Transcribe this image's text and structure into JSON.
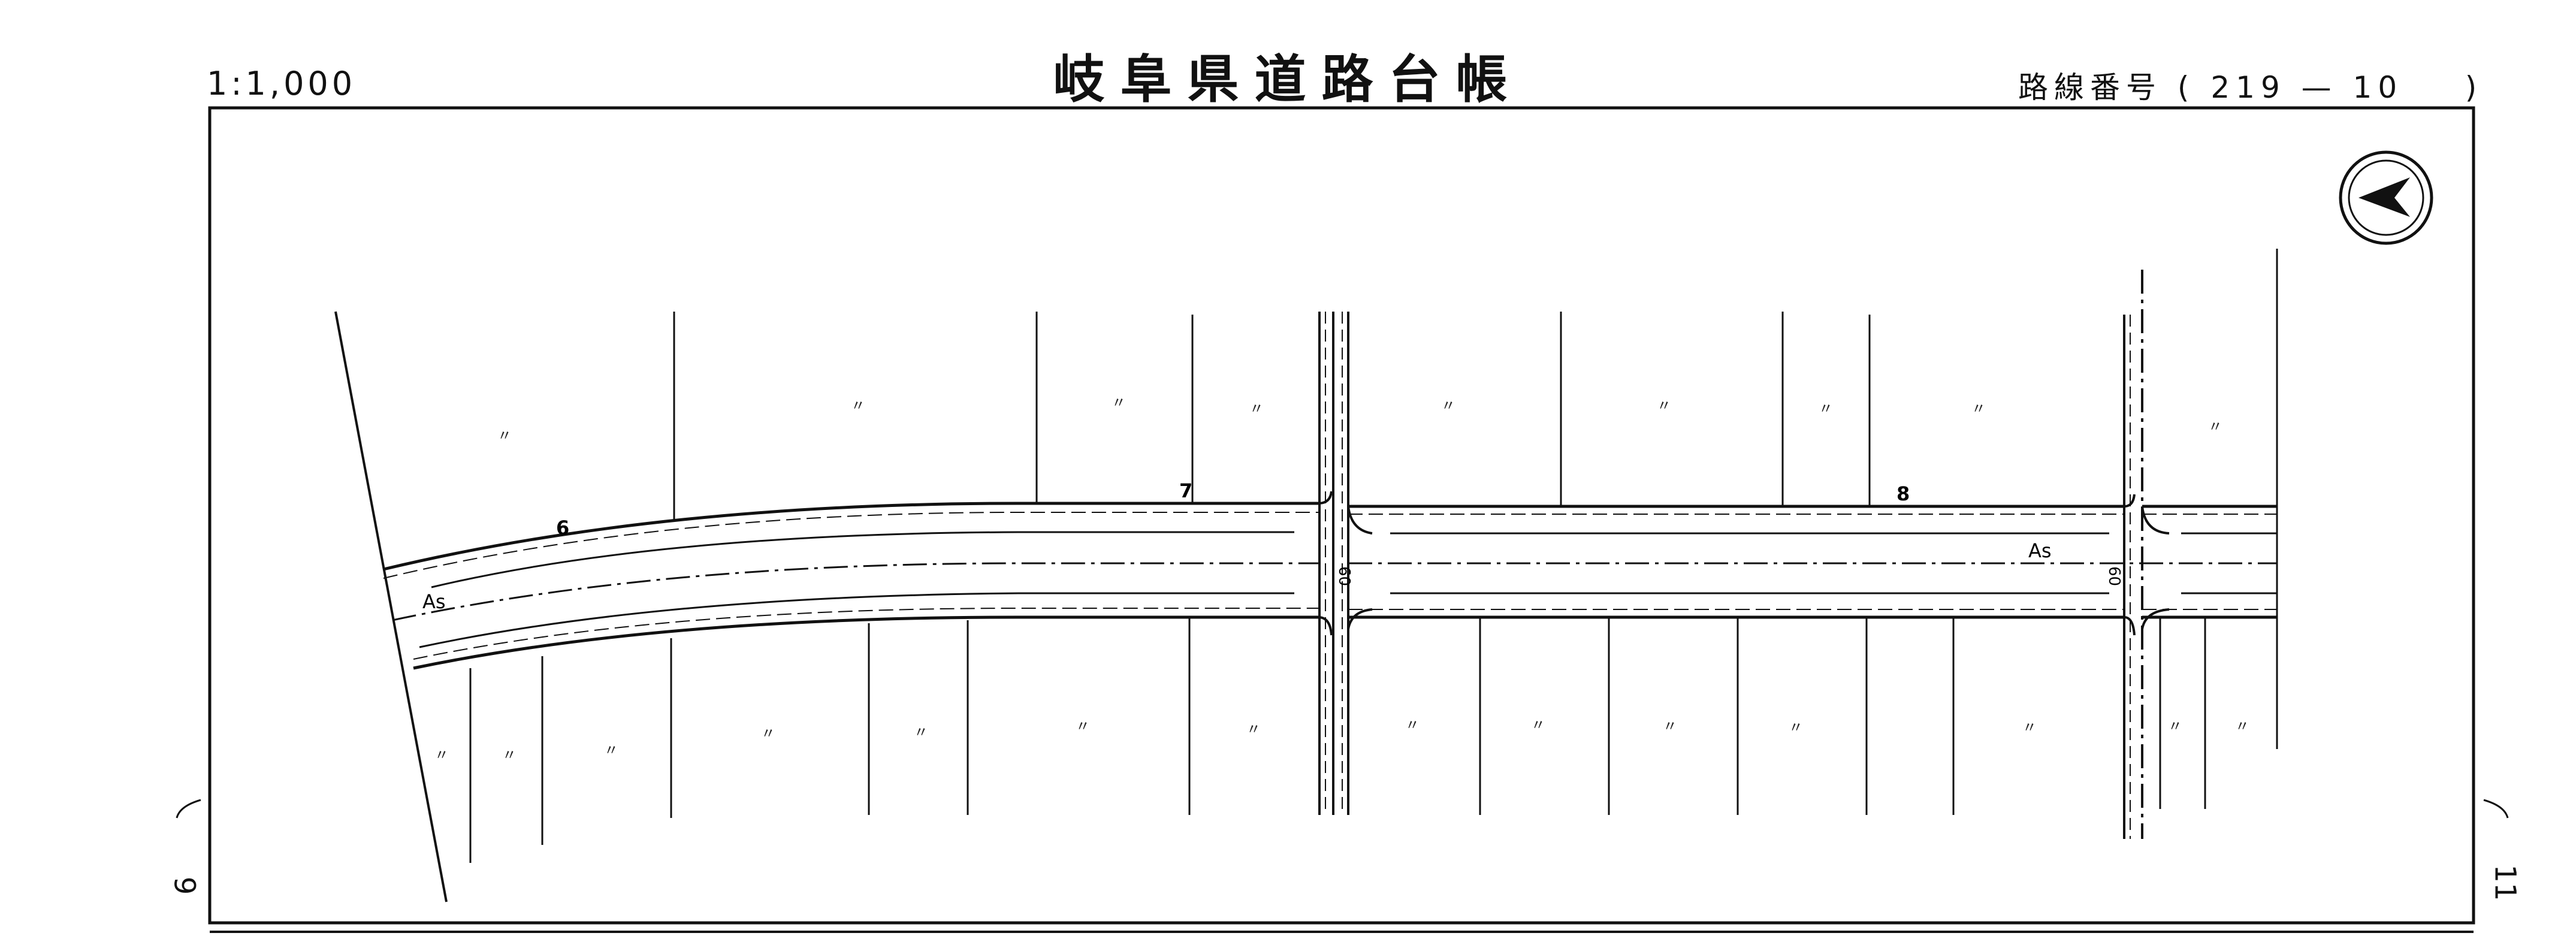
{
  "header": {
    "title": "岐阜県道路台帳",
    "scale": "1:1,000",
    "route_label": "路線番号",
    "route_open": "(",
    "route_number": "219 — 10",
    "route_close": ")"
  },
  "map": {
    "station_labels": [
      "6",
      "7",
      "8"
    ],
    "pavement_labels": [
      "As",
      "As"
    ],
    "parcel_marks": [
      "〃",
      "〃",
      "〃",
      "〃",
      "〃",
      "〃",
      "〃",
      "〃",
      "〃",
      "〃",
      "〃",
      "〃",
      "〃",
      "〃",
      "〃",
      "〃",
      "〃",
      "〃",
      "〃",
      "〃",
      "〃",
      "〃",
      "〃"
    ],
    "side_labels": [
      "60",
      "60"
    ],
    "north_icon": "north-arrow-icon"
  },
  "margin": {
    "left_page": "9",
    "right_page": "11"
  }
}
